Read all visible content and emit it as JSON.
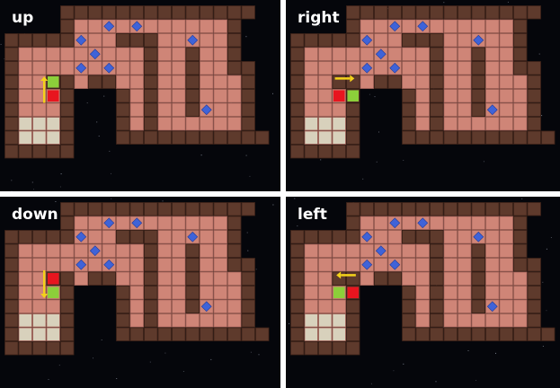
{
  "colors": {
    "space": "#05060b",
    "wall": "#5e3a2c",
    "floor": "#cf8577",
    "target": "#d8d1bc",
    "agent": "#e8151f",
    "box": "#8ccf3a",
    "gem": "#3f63d8",
    "arrow": "#f3d21a"
  },
  "panels": [
    {
      "label": "up",
      "direction": "up"
    },
    {
      "label": "right",
      "direction": "right"
    },
    {
      "label": "down",
      "direction": "down"
    },
    {
      "label": "left",
      "direction": "left"
    }
  ]
}
